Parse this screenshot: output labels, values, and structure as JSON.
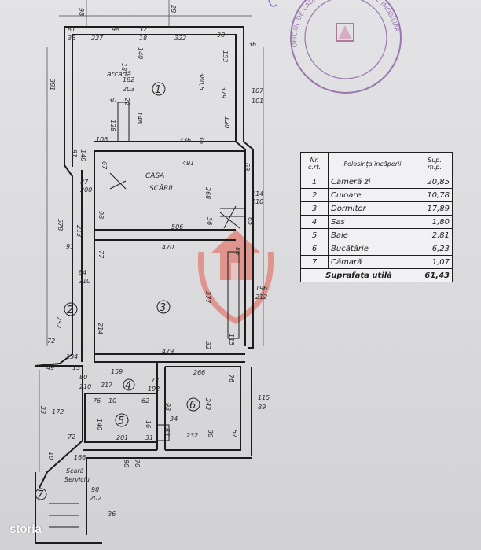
{
  "stamp": {
    "text": "OFICIUL DE CADASTRU ȘI PUBLICITATE IMOBILIARĂ"
  },
  "legend": {
    "headers": {
      "nr": "Nr. c.rt.",
      "use": "Folosinţa încăperii",
      "area": "Sup. m.p."
    },
    "rows": [
      {
        "nr": "1",
        "name": "Cameră zi",
        "area": "20,85"
      },
      {
        "nr": "2",
        "name": "Culoare",
        "area": "10,78"
      },
      {
        "nr": "3",
        "name": "Dormitor",
        "area": "17,89"
      },
      {
        "nr": "4",
        "name": "Sas",
        "area": "1,80"
      },
      {
        "nr": "5",
        "name": "Baie",
        "area": "2,81"
      },
      {
        "nr": "6",
        "name": "Bucătărie",
        "area": "6,23"
      },
      {
        "nr": "7",
        "name": "Cămară",
        "area": "1,07"
      }
    ],
    "total": {
      "label": "Suprafaţa utilă",
      "area": "61,43"
    }
  },
  "plan": {
    "room_numbers": {
      "r1": "1",
      "r2": "2",
      "r3": "3",
      "r4": "4",
      "r5": "5",
      "r6": "6",
      "r7": "7"
    },
    "labels": {
      "arcada": "arcadă",
      "casa": "CASA",
      "scarii": "SCĂRII",
      "scara": "Scară",
      "serviciu": "Serviciu"
    },
    "dims": {
      "d98a": "98",
      "d28a": "28",
      "d81": "81",
      "d36a": "36",
      "d227": "227",
      "d98b": "98",
      "d32": "32",
      "d18": "18",
      "d322": "322",
      "d98c": "98",
      "d36b": "36",
      "d18b": "18",
      "d140": "140",
      "d153": "153",
      "d182": "182",
      "d203": "203",
      "d381": "381",
      "d3805": "380,5",
      "d379": "379",
      "d107": "107",
      "d101": "101",
      "d30": "30",
      "d22": "22",
      "d148": "148",
      "d128": "128",
      "d120": "120",
      "d106": "106",
      "d336": "336",
      "d36c": "36",
      "d91": "91",
      "d140b": "140",
      "d67": "67",
      "d491": "491",
      "d69": "69",
      "d87": "87",
      "d200": "200",
      "d268": "268",
      "d114": "114",
      "d210a": "210",
      "d578": "578",
      "d98d": "98",
      "d213": "213",
      "d506": "506",
      "d36d": "36",
      "d65": "65",
      "d91b": "91",
      "d77": "77",
      "d470": "470",
      "d86": "86",
      "d84": "84",
      "d210b": "210",
      "d377": "377",
      "d196": "196",
      "d212": "212",
      "d252": "252",
      "d214": "214",
      "d479": "479",
      "d32b": "32",
      "d115": "115",
      "d72a": "72",
      "d134": "134",
      "d49": "49",
      "d13": "13",
      "d159": "159",
      "d266": "266",
      "d76a": "76",
      "d80": "80",
      "d210c": "210",
      "d217": "217",
      "d73": "73",
      "d192": "192",
      "d242": "242",
      "d115b": "115",
      "d89": "89",
      "d76b": "76",
      "d10": "10",
      "d62": "62",
      "d93": "93",
      "d23": "23",
      "d172": "172",
      "d140c": "140",
      "d16": "16",
      "d34": "34",
      "d63": "63",
      "d72b": "72",
      "d201": "201",
      "d31": "31",
      "d232": "232",
      "d36e": "36",
      "d57": "57",
      "d10b": "10",
      "d166": "166",
      "d90": "90",
      "d70": "70",
      "d98e": "98",
      "d202": "202",
      "d36f": "36"
    }
  },
  "watermark": {
    "brand": "storia"
  }
}
